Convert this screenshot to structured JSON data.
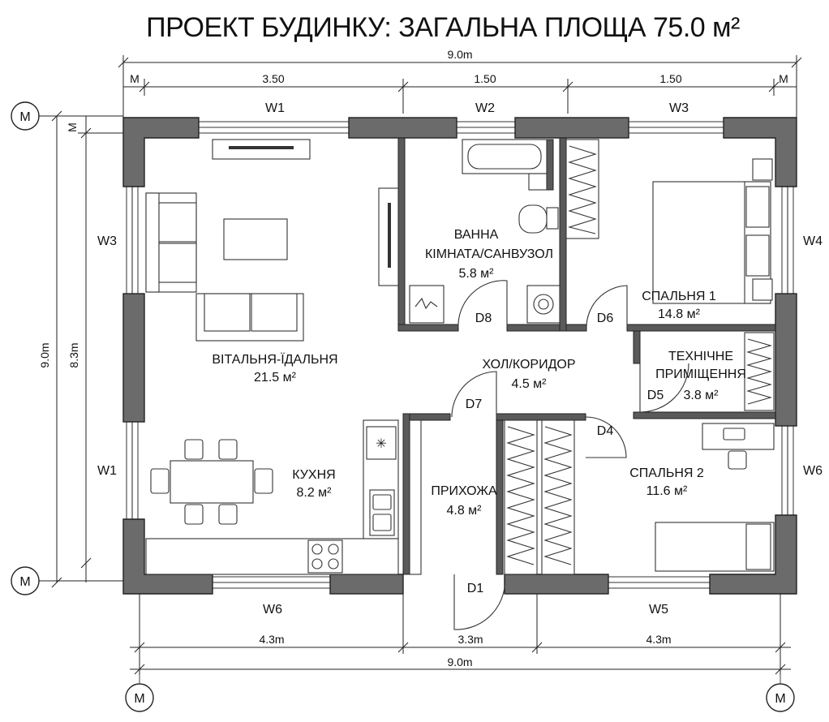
{
  "title": "ПРОЕКТ БУДИНКУ: ЗАГАЛЬНА ПЛОЩА 75.0 м²",
  "axis_marker": "M",
  "dimensions": {
    "top_total": "9.0m",
    "top_segments": [
      "3.50",
      "1.50",
      "1.50"
    ],
    "bottom_segments": [
      "4.3m",
      "3.3m",
      "4.3m"
    ],
    "bottom_total": "9.0m",
    "left_outer": "9.0m",
    "left_inner": "8.3m"
  },
  "windows": {
    "top": [
      "W1",
      "W2",
      "W3"
    ],
    "left": [
      "W3",
      "W1"
    ],
    "right": [
      "W4",
      "W6"
    ],
    "bottom": [
      "W6",
      "W5"
    ]
  },
  "doors": [
    "D8",
    "D6",
    "D7",
    "D5",
    "D4",
    "D1"
  ],
  "rooms": [
    {
      "name": "ВІТАЛЬНЯ-ЇДАЛЬНЯ",
      "area": "21.5 м²"
    },
    {
      "name_line1": "ВАННА",
      "name_line2": "КІМНАТА/САНВУЗОЛ",
      "area": "5.8 м²"
    },
    {
      "name": "СПАЛЬНЯ 1",
      "area": "14.8 м²"
    },
    {
      "name": "ХОЛ/КОРИДОР",
      "area": "4.5 м²"
    },
    {
      "name_line1": "ТЕХНІЧНЕ",
      "name_line2": "ПРИМІЩЕННЯ",
      "area": "3.8 м²"
    },
    {
      "name": "КУХНЯ",
      "area": "8.2 м²"
    },
    {
      "name": "ПРИХОЖА",
      "area": "4.8 м²"
    },
    {
      "name": "СПАЛЬНЯ 2",
      "area": "11.6 м²"
    }
  ]
}
